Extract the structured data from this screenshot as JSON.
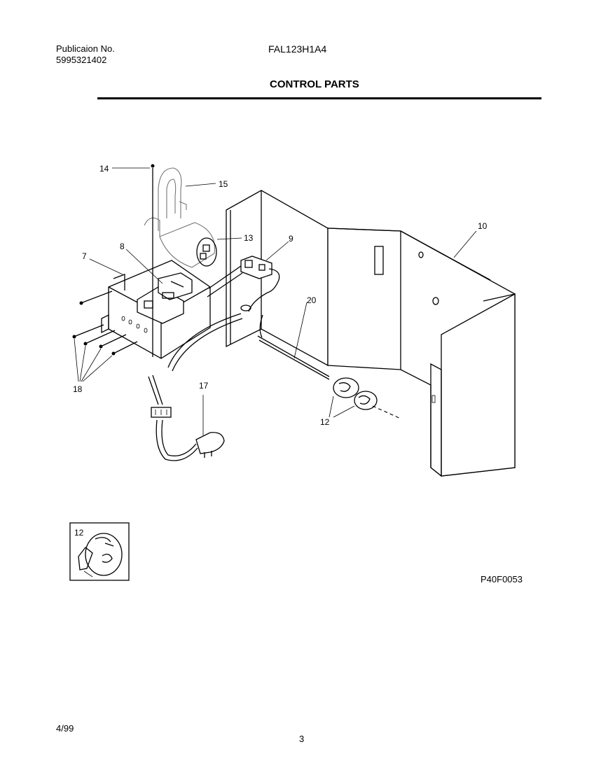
{
  "header": {
    "publication_label": "Publicaion No.",
    "publication_number": "5995321402",
    "model": "FAL123H1A4",
    "section_title": "CONTROL PARTS"
  },
  "diagram": {
    "callouts": [
      "14",
      "15",
      "13",
      "9",
      "10",
      "7",
      "8",
      "20",
      "18",
      "17",
      "12",
      "12"
    ],
    "inset_callout": "12",
    "code": "P40F0053"
  },
  "footer": {
    "date": "4/99",
    "page_number": "3"
  }
}
